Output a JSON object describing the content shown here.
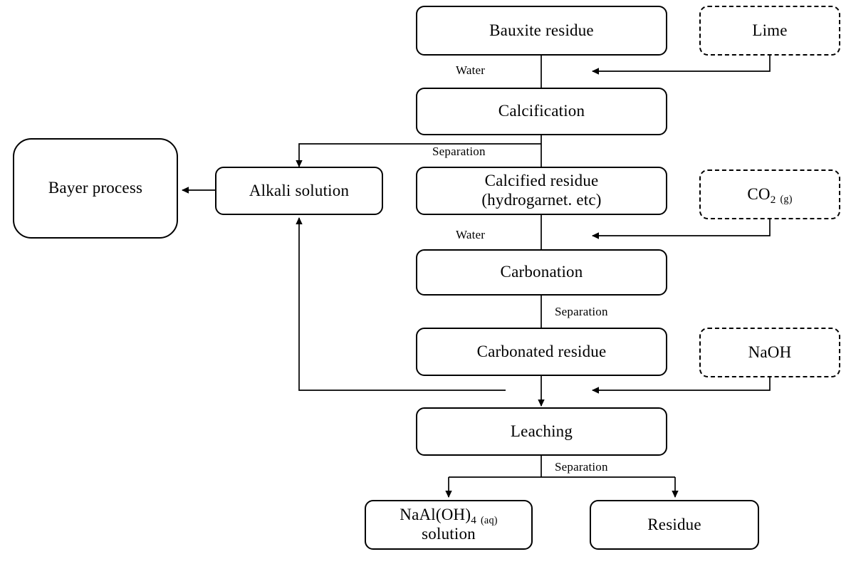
{
  "diagram": {
    "title": "Bauxite residue calcification-carbonation process flowchart",
    "colors": {
      "stroke": "#000000",
      "background": "#ffffff",
      "text": "#000000"
    },
    "nodes": {
      "bauxite_residue": {
        "label": "Bauxite residue",
        "style": "solid"
      },
      "lime": {
        "label": "Lime",
        "style": "dashed"
      },
      "calcification": {
        "label": "Calcification",
        "style": "solid"
      },
      "calcified_residue_line1": {
        "label": "Calcified residue",
        "style": "solid"
      },
      "calcified_residue_line2": {
        "label": "(hydrogarnet. etc)",
        "style": "solid"
      },
      "co2": {
        "label_main": "CO",
        "label_sub": "2",
        "label_state": "(g)",
        "style": "dashed"
      },
      "carbonation": {
        "label": "Carbonation",
        "style": "solid"
      },
      "carbonated_residue": {
        "label": "Carbonated residue",
        "style": "solid"
      },
      "naoh": {
        "label": "NaOH",
        "style": "dashed"
      },
      "leaching": {
        "label": "Leaching",
        "style": "solid"
      },
      "naal_oh4_main": {
        "label": "NaAl(OH)",
        "label_sub": "4",
        "label_state": "(aq)",
        "label_line2": "solution",
        "style": "solid"
      },
      "residue": {
        "label": "Residue",
        "style": "solid"
      },
      "alkali_solution": {
        "label": "Alkali solution",
        "style": "solid"
      },
      "bayer_process": {
        "label": "Bayer process",
        "style": "solid"
      }
    },
    "edge_labels": {
      "water_1": "Water",
      "separation_1": "Separation",
      "water_2": "Water",
      "separation_2": "Separation",
      "separation_3": "Separation"
    }
  }
}
